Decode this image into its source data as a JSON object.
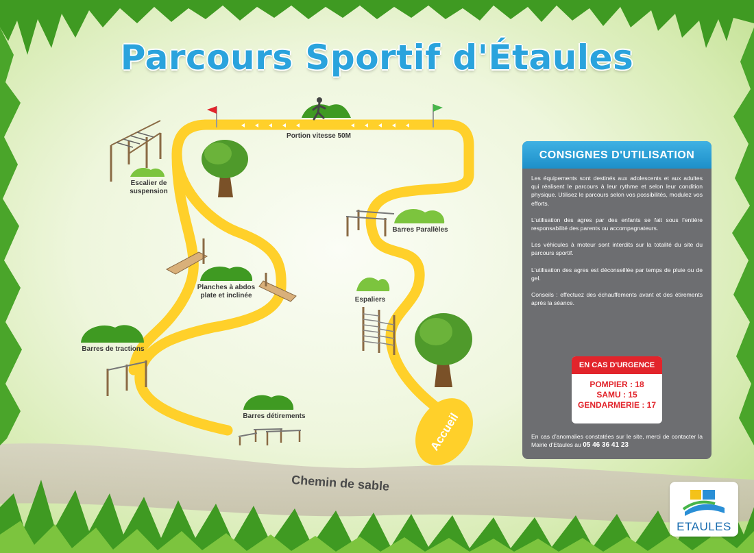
{
  "title": "Parcours Sportif d'Étaules",
  "map_labels": {
    "portion_vitesse": "Portion vitesse 50M",
    "escalier_l1": "Escalier de",
    "escalier_l2": "suspension",
    "barres_paralleles": "Barres Parallèles",
    "planches_l1": "Planches à abdos",
    "planches_l2": "plate et inclinée",
    "espaliers": "Espaliers",
    "barres_tractions": "Barres de tractions",
    "barres_etirements": "Barres détirements",
    "accueil": "Accueil",
    "chemin": "Chemin de sable"
  },
  "consignes": {
    "title": "CONSIGNES D'UTILISATION",
    "paragraphs": [
      "Les équipements sont destinés aux adolescents et aux adultes qui réalisent le parcours à leur rythme et selon leur condition physique. Utilisez le parcours selon vos possibilités, modulez vos efforts.",
      "L'utilisation des agres par des enfants se fait sous l'entière responsabilité des parents ou accompagnateurs.",
      "Les véhicules à moteur sont interdits sur la totalité du site du parcours sportif.",
      "L'utilisation des agres est déconseillée par temps de pluie ou de gel.",
      "Conseils : effectuez des échauffements avant et des étirements après la séance."
    ],
    "urgence_title": "EN CAS D'URGENCE",
    "urgence_lines": [
      "POMPIER : 18",
      "SAMU : 15",
      "GENDARMERIE : 17"
    ],
    "footnote": "En cas d'anomalies constatées sur le site, merci de contacter la Mairie d'Etaules au",
    "phone": "05 46 36 41 23"
  },
  "logo": {
    "text": "ETAULES"
  },
  "colors": {
    "path": "#ffd02a",
    "title": "#2aa3dd",
    "panel": "#6d6e71",
    "panel_header": "#2aa3dd",
    "urgence": "#e2242b",
    "grass_dark": "#3f9a22",
    "grass_light": "#7cc43e"
  }
}
